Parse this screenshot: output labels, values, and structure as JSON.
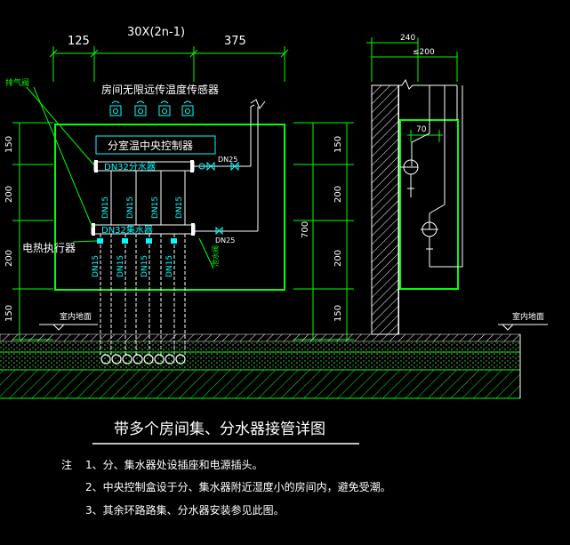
{
  "dims": {
    "d125": "125",
    "span": "30X(2n-1)",
    "d375": "375",
    "d240": "240",
    "d200": "≤200",
    "d70": "70",
    "v150a": "150",
    "v200a": "200",
    "v200b": "200",
    "v150b": "150",
    "v700": "700",
    "r150a": "150",
    "r200a": "200",
    "r200b": "200",
    "r150b": "150"
  },
  "labels": {
    "vent": "排气阀",
    "sensor": "房间无限远传温度传感器",
    "controller": "分室温中央控制器",
    "supply": "DN32分水器",
    "return": "DN32集水器",
    "actuator": "电热执行器",
    "dn25a": "DN25",
    "dn25b": "DN25",
    "dn15": "DN15",
    "drain": "泄水阀",
    "floor_left": "室内地面",
    "floor_right": "室内地面"
  },
  "title": "带多个房间集、分水器接管详图",
  "notes": {
    "lead": "注",
    "n1": "1、分、集水器处设插座和电源插头。",
    "n2": "2、中央控制盒设于分、集水器附近湿度小的房间内，避免受潮。",
    "n3": "3、其余环路路集、分水器安装参见此图。"
  },
  "colors": {
    "line": "#ffffff",
    "green": "#00ff00",
    "cyan": "#00ffff",
    "text": "#ffffff"
  }
}
